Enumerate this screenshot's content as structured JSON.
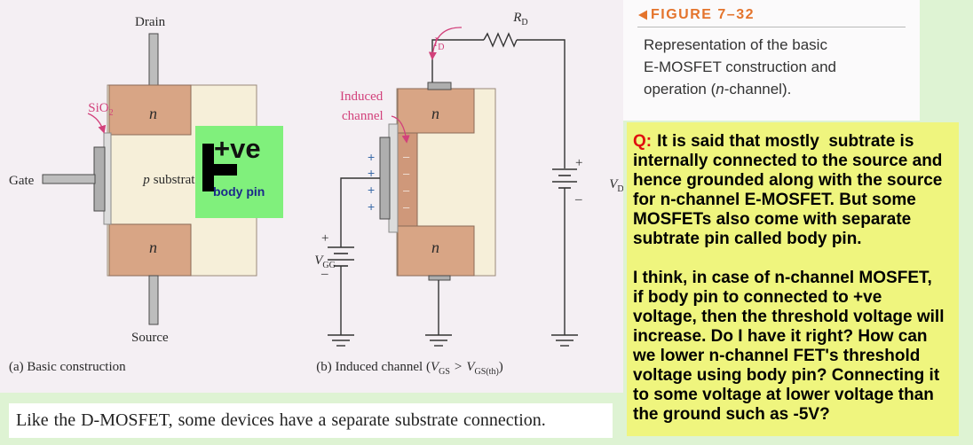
{
  "figure": {
    "number": "FIGURE 7–32",
    "icon": "left-triangle-icon",
    "caption_line1": "Representation of the basic",
    "caption_line2": "E-MOSFET construction and",
    "caption_line3_before": "operation (",
    "caption_line3_italic": "n",
    "caption_line3_after": "-channel)."
  },
  "diagram_a": {
    "drain_label": "Drain",
    "gate_label": "Gate",
    "source_label": "Source",
    "oxide_label": "SiO",
    "oxide_label_sub": "2",
    "top_region_label": "n",
    "bottom_region_label": "n",
    "substrate_label_italic": "p",
    "substrate_label": "substrate",
    "caption": "(a) Basic construction"
  },
  "body_pin_note": {
    "voltage": "+ve",
    "label": "body pin"
  },
  "diagram_b": {
    "current_label": "I",
    "current_label_sub": "D",
    "resistor_label": "R",
    "resistor_label_sub": "D",
    "induced_line1": "Induced",
    "induced_line2": "channel",
    "top_region_label": "n",
    "bottom_region_label": "n",
    "gate_charges": [
      "+",
      "+",
      "+",
      "+"
    ],
    "channel_charges": [
      "–",
      "–",
      "–",
      "–"
    ],
    "vgg_label": "V",
    "vgg_label_sub": "GG",
    "vgg_plus": "+",
    "vgg_minus": "–",
    "vdd_label": "V",
    "vdd_label_sub": "DD",
    "vdd_plus": "+",
    "vdd_minus": "–",
    "caption_prefix": "(b) Induced channel (",
    "caption_v1": "V",
    "caption_v1_sub": "GS",
    "caption_op": ">",
    "caption_v2": "V",
    "caption_v2_sub": "GS(th)",
    "caption_suffix": ")"
  },
  "question": {
    "label": "Q:",
    "paragraph1": [
      "It is said that mostly  subtrate is",
      "internally connected to the source and",
      "hence grounded along with the source",
      "for n-channel E-MOSFET. But some",
      "MOSFETs also come with separate",
      "subtrate pin called body pin."
    ],
    "paragraph2": [
      "I think, in case of n-channel MOSFET,",
      "if body pin to connected to +ve",
      "voltage, then the threshold voltage will",
      "increase. Do I have it right? How can",
      "we lower n-channel FET's threshold",
      "voltage using body pin? Connecting it",
      "to some voltage at lower voltage than",
      "the ground such as -5V?"
    ]
  },
  "footer_note": "Like the D-MOSFET, some devices have a separate substrate connection.",
  "colors": {
    "annotation_pink": "#d2417b",
    "figure_number": "#e4742c",
    "question_box": "#eff57e",
    "body_pin_box": "#80f07c",
    "question_label": "#e01010"
  }
}
